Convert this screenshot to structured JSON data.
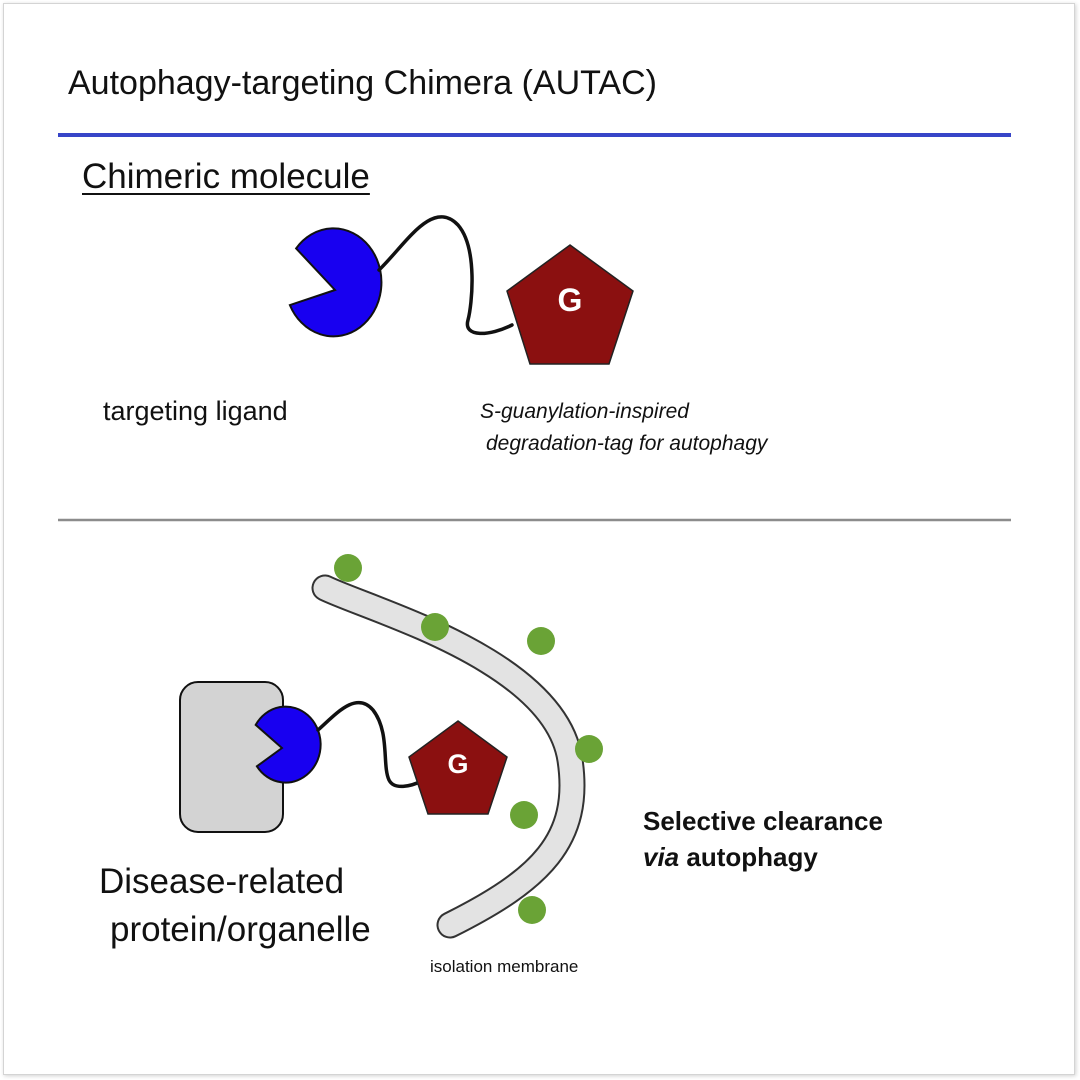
{
  "header": {
    "title": "Autophagy-targeting Chimera (AUTAC)"
  },
  "section_molecule": {
    "subhead": "Chimeric molecule",
    "ligand_label": "targeting ligand",
    "tag_label_line1": "S-guanylation-inspired",
    "tag_label_line2": "degradation-tag for autophagy",
    "tag_letter": "G"
  },
  "section_clearance": {
    "tag_letter": "G",
    "target_label_line1": "Disease-related",
    "target_label_line2": "protein/organelle",
    "membrane_label": "isolation membrane",
    "result_line1": "Selective clearance",
    "result_line2_italic": "via",
    "result_line2_rest": " autophagy"
  },
  "colors": {
    "ligand": "#1800f0",
    "tag": "#8b1010",
    "membrane": "#e3e3e3",
    "lc3_dots": "#6aa336",
    "protein": "#d3d3d3",
    "title_rule": "#3745c8",
    "divider": "#8c8c8c"
  }
}
